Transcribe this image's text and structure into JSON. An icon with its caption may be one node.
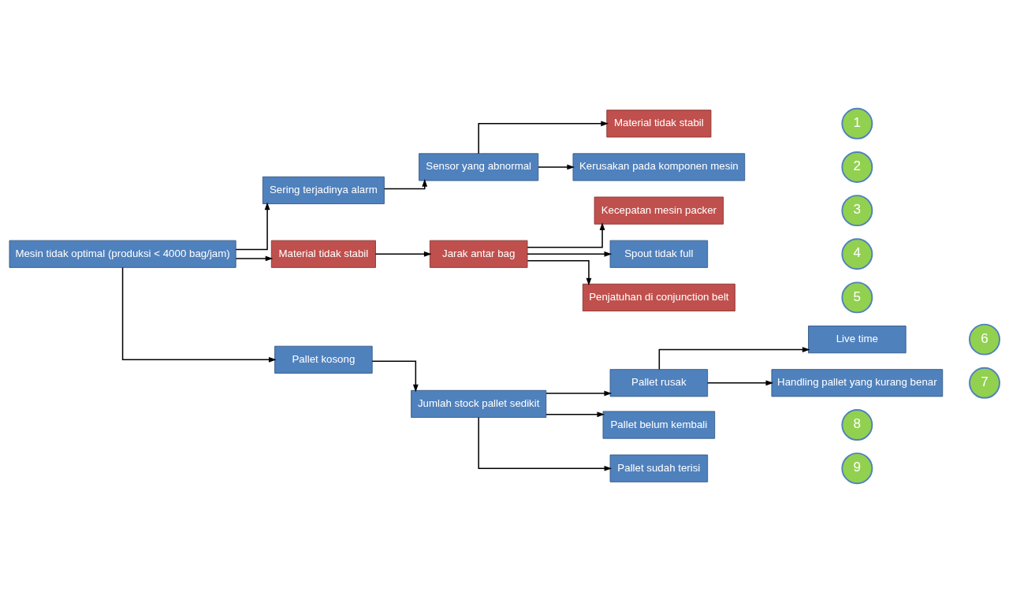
{
  "diagram": {
    "nodes": [
      {
        "text": [
          "Mesin tidak optimal (produksi < 4000 bag/jam)"
        ]
      },
      {
        "text": [
          "Sering terjadinya alarm"
        ]
      },
      {
        "text": [
          "Material tidak stabil"
        ]
      },
      {
        "text": [
          "Pallet kosong"
        ]
      },
      {
        "text": [
          "Sensor yang abnormal"
        ]
      },
      {
        "text": [
          "Jarak antar bag"
        ]
      },
      {
        "text": [
          "Jumlah stock pallet sedikit"
        ]
      },
      {
        "text": [
          "Material tidak stabil"
        ]
      },
      {
        "text": [
          "Kerusakan pada komponen mesin"
        ]
      },
      {
        "text": [
          "Kecepatan mesin packer"
        ]
      },
      {
        "text": [
          "Spout tidak full"
        ]
      },
      {
        "text": [
          "Penjatuhan di conjunction belt"
        ]
      },
      {
        "text": [
          "Pallet rusak"
        ]
      },
      {
        "text": [
          "Pallet belum kembali"
        ]
      },
      {
        "text": [
          "Pallet sudah terisi"
        ]
      },
      {
        "text": [
          "Live time"
        ]
      },
      {
        "text": [
          "Handling pallet yang kurang benar"
        ]
      },
      {
        "text": [
          "1"
        ]
      },
      {
        "text": [
          "2"
        ]
      },
      {
        "text": [
          "3"
        ]
      },
      {
        "text": [
          "4"
        ]
      },
      {
        "text": [
          "5"
        ]
      },
      {
        "text": [
          "6"
        ]
      },
      {
        "text": [
          "7"
        ]
      },
      {
        "text": [
          "8"
        ]
      },
      {
        "text": [
          "9"
        ]
      }
    ],
    "edges": [
      {
        "from": 0,
        "to": 1,
        "arrow": "to"
      },
      {
        "from": 0,
        "to": 2,
        "arrow": "to"
      },
      {
        "from": 0,
        "to": 3,
        "arrow": "to"
      },
      {
        "from": 1,
        "to": 4,
        "arrow": "to"
      },
      {
        "from": 2,
        "to": 5,
        "arrow": "to"
      },
      {
        "from": 3,
        "to": 6,
        "arrow": "to"
      },
      {
        "from": 4,
        "to": 7,
        "arrow": "to"
      },
      {
        "from": 4,
        "to": 8,
        "arrow": "to"
      },
      {
        "from": 5,
        "to": 9,
        "arrow": "to"
      },
      {
        "from": 5,
        "to": 10,
        "arrow": "to"
      },
      {
        "from": 5,
        "to": 11,
        "arrow": "to"
      },
      {
        "from": 6,
        "to": 12,
        "arrow": "to"
      },
      {
        "from": 6,
        "to": 13,
        "arrow": "to"
      },
      {
        "from": 6,
        "to": 14,
        "arrow": "to"
      },
      {
        "from": 12,
        "to": 15,
        "arrow": "to"
      },
      {
        "from": 12,
        "to": 16,
        "arrow": "to"
      }
    ]
  }
}
